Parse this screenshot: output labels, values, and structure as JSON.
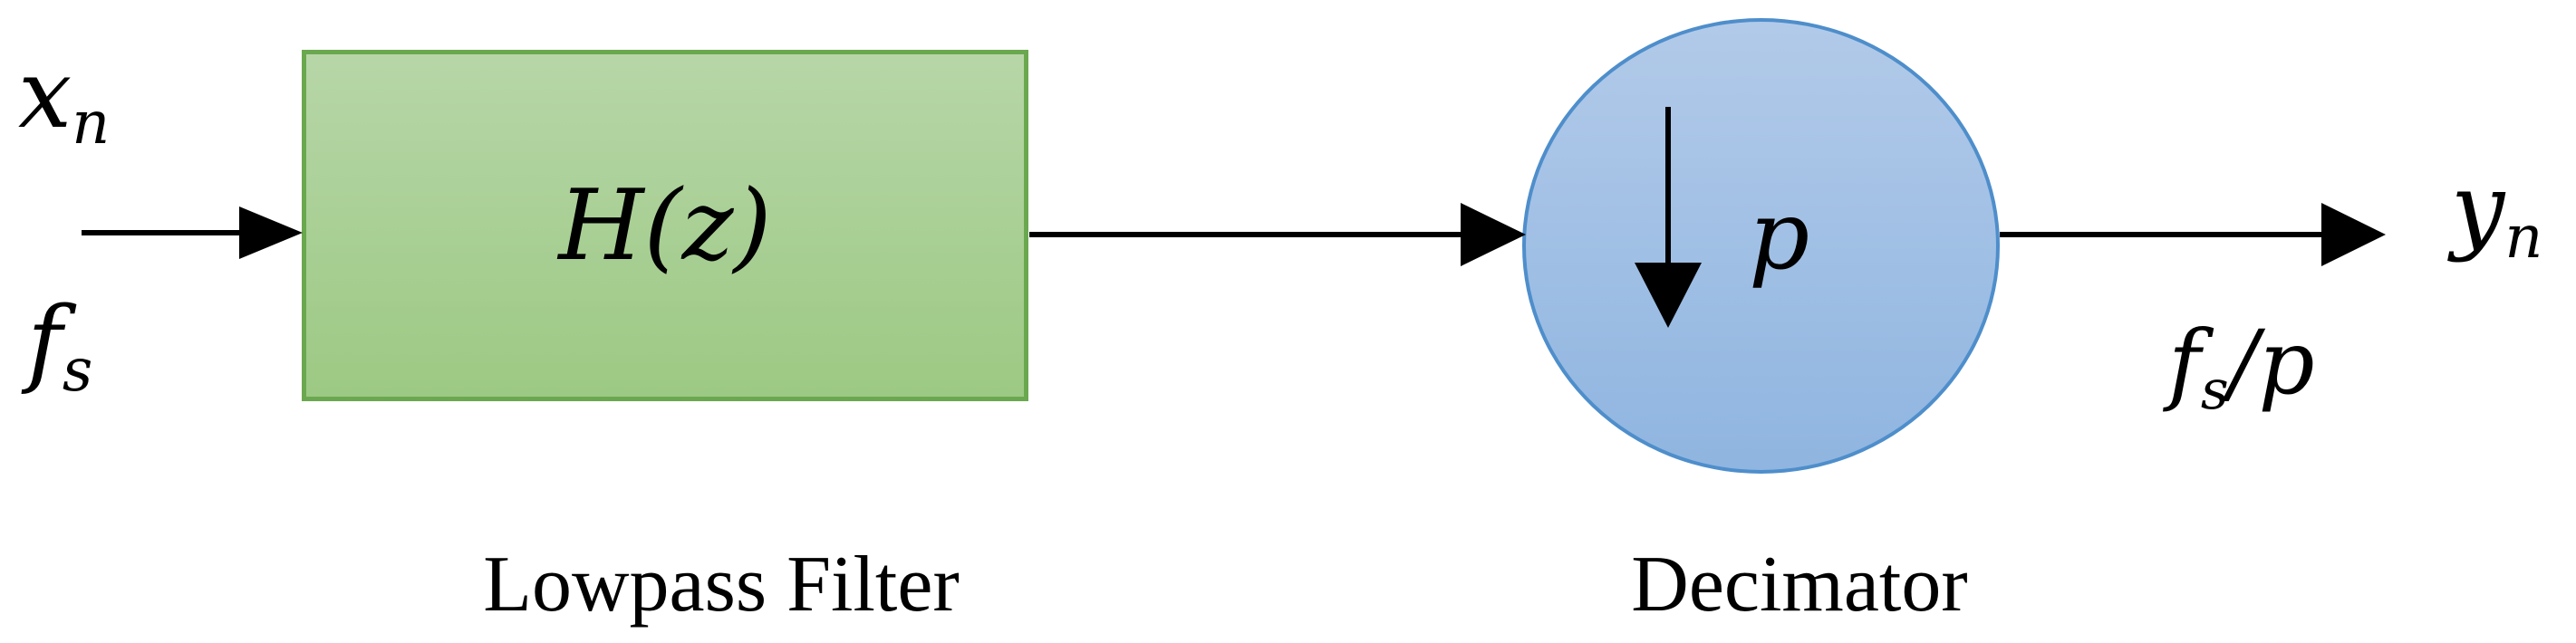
{
  "labels": {
    "input_signal": {
      "base": "x",
      "sub": "n"
    },
    "input_rate": {
      "base": "f",
      "sub": "s"
    },
    "filter_block": "H(z)",
    "decimation_factor": "p",
    "output_signal": {
      "base": "y",
      "sub": "n"
    },
    "output_rate": {
      "base": "f",
      "sub": "s",
      "suffix": "/p"
    },
    "filter_caption": "Lowpass Filter",
    "decimator_caption": "Decimator"
  },
  "icons": {
    "input_arrow": "right-arrow",
    "filter_to_decimator_arrow": "right-arrow",
    "output_arrow": "right-arrow",
    "downsample_arrow": "down-arrow"
  },
  "colors": {
    "filter_fill_top": "#b7d6a8",
    "filter_fill_bottom": "#9cc983",
    "filter_border": "#6aa84f",
    "decimator_fill_top": "#b2cae9",
    "decimator_fill_bottom": "#8fb5e0",
    "decimator_border": "#4e8ecb",
    "arrow": "#000000"
  }
}
